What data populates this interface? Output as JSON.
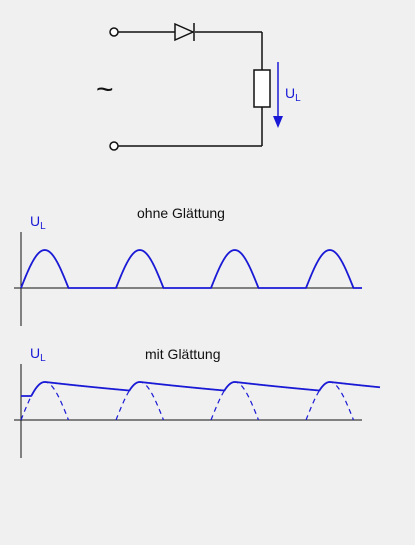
{
  "colors": {
    "background": "#f0f0f0",
    "wire": "#111111",
    "signal": "#1a1ad6"
  },
  "circuit": {
    "source_symbol": "~",
    "voltage_label": "U",
    "voltage_subscript": "L"
  },
  "plot_top": {
    "title": "ohne Glättung",
    "y_label": "U",
    "y_label_sub": "L",
    "pulses": 4
  },
  "plot_bottom": {
    "title": "mit Glättung",
    "y_label": "U",
    "y_label_sub": "L",
    "pulses": 4
  }
}
